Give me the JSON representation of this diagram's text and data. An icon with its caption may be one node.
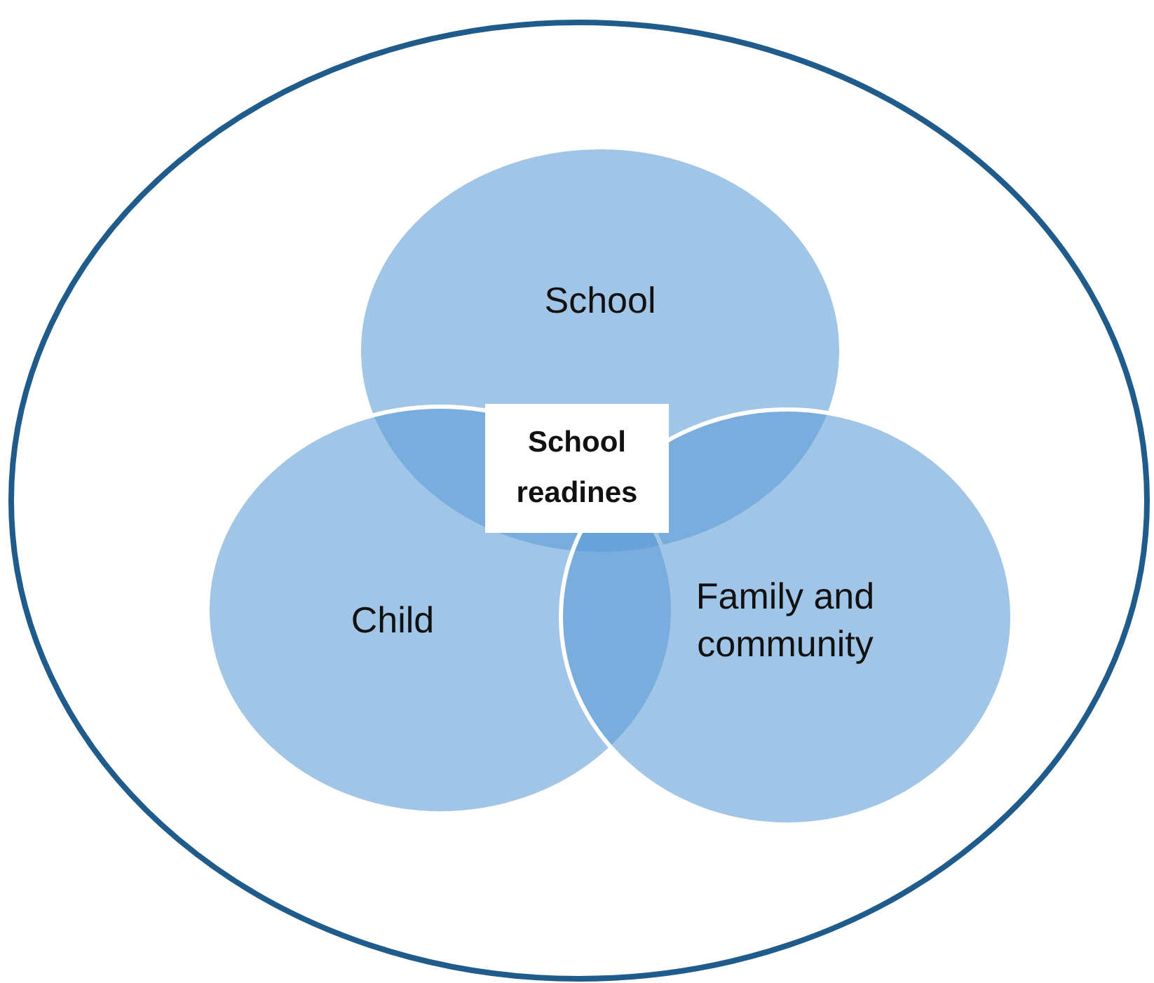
{
  "diagram": {
    "nodes": [
      {
        "text": [],
        "shape": "circle"
      },
      {
        "text": [
          "School"
        ],
        "in": 0
      },
      {
        "text": [
          "Child"
        ],
        "in": 0
      },
      {
        "text": [
          "Family and community"
        ],
        "in": 0
      },
      {
        "text": [
          "School readines"
        ]
      }
    ]
  }
}
